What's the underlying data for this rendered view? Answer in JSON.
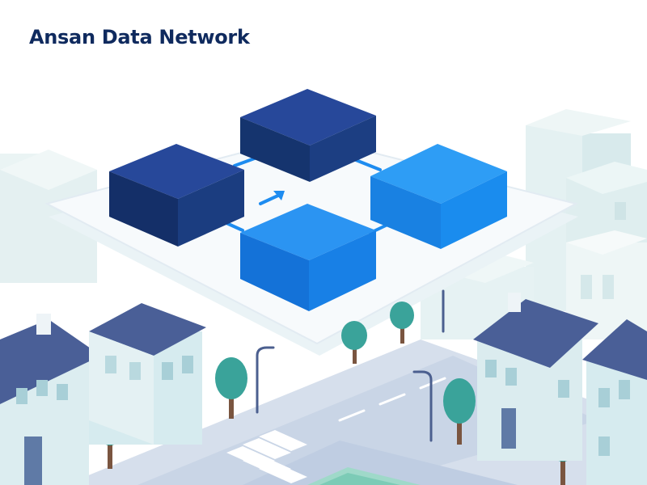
{
  "header": {
    "title": "Ansan Data Network"
  },
  "colors": {
    "title": "#0f2a5e",
    "node_dark": "#1b3f86",
    "node_bright": "#1e8cf0",
    "platform": "#f6f9fc",
    "road": "#c7d3e4",
    "tree": "#3aa39a",
    "roof": "#4a5f97",
    "house_wall": "#dfeff1",
    "building_faded": "#e6f2f2"
  },
  "icons": [
    "arrow-right-icon",
    "arrow-right-icon"
  ],
  "nodes": [
    {
      "name": "node-top",
      "tone": "dark"
    },
    {
      "name": "node-left",
      "tone": "dark"
    },
    {
      "name": "node-right",
      "tone": "bright"
    },
    {
      "name": "node-bottom",
      "tone": "bright"
    }
  ]
}
